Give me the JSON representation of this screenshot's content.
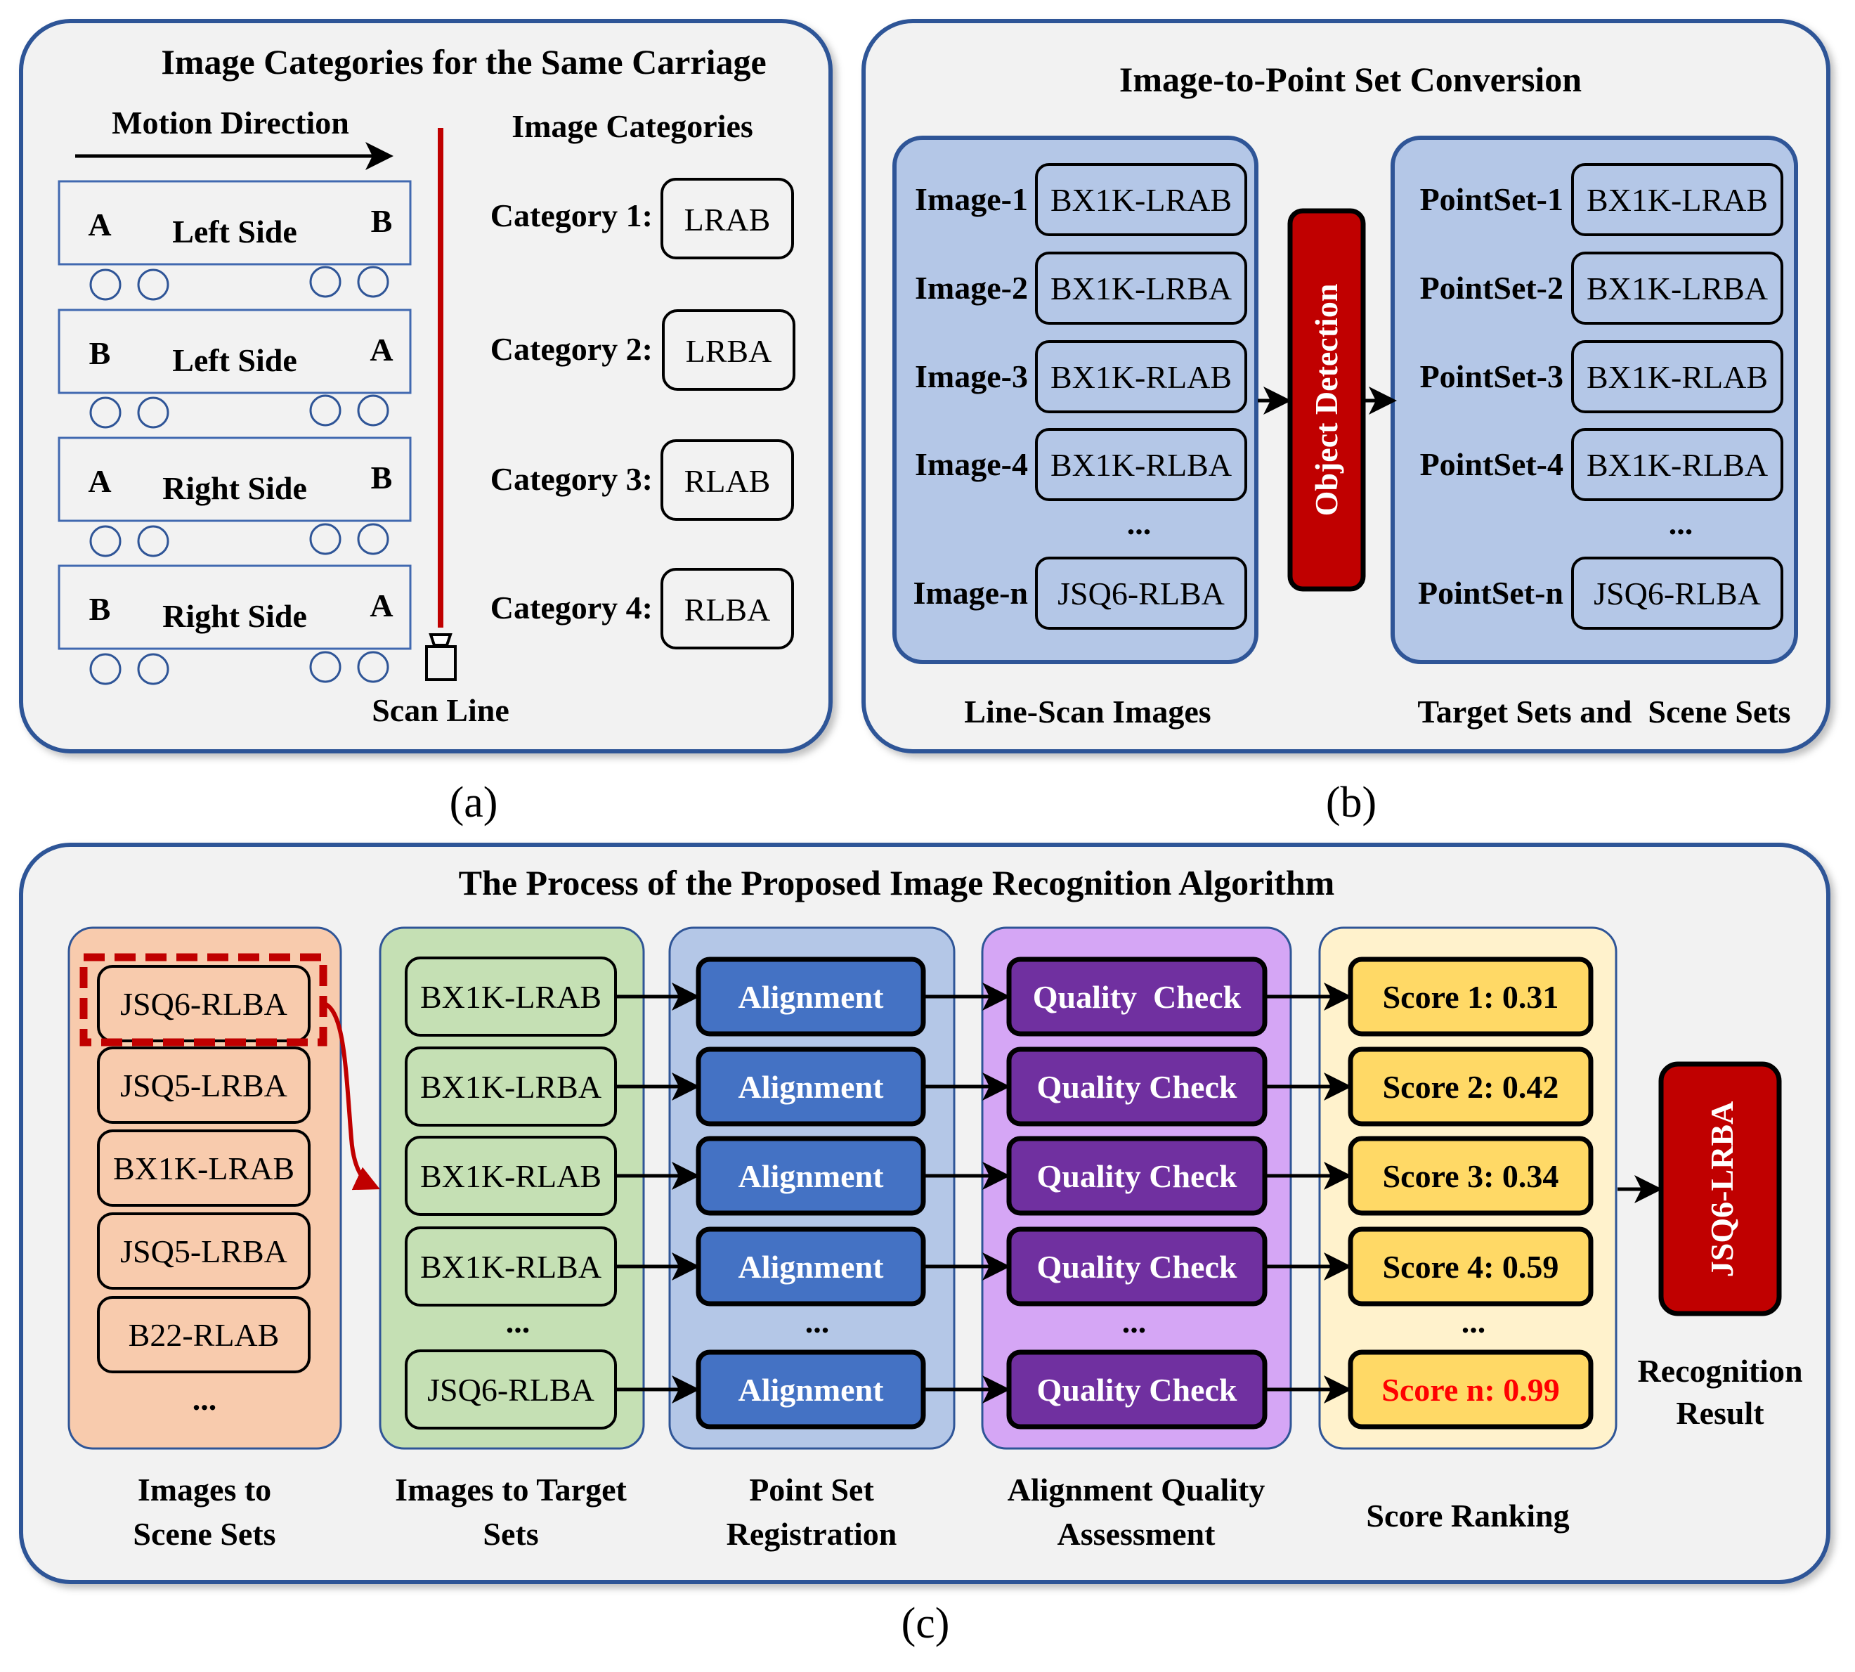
{
  "panel_a": {
    "title": "Image Categories for the Same Carriage",
    "motion_direction": "Motion Direction",
    "categories_heading": "Image Categories",
    "scan_line": "Scan Line",
    "label": "(a)",
    "carriages": [
      {
        "left": "A",
        "side": "Left Side",
        "right": "B"
      },
      {
        "left": "B",
        "side": "Left Side",
        "right": "A"
      },
      {
        "left": "A",
        "side": "Right Side",
        "right": "B"
      },
      {
        "left": "B",
        "side": "Right Side",
        "right": "A"
      }
    ],
    "categories": [
      {
        "label": "Category 1:",
        "code": "LRAB"
      },
      {
        "label": "Category 2:",
        "code": "LRBA"
      },
      {
        "label": "Category 3:",
        "code": "RLAB"
      },
      {
        "label": "Category 4:",
        "code": "RLBA"
      }
    ]
  },
  "panel_b": {
    "title": "Image-to-Point Set Conversion",
    "label": "(b)",
    "object_detection": "Object Detection",
    "left_caption": "Line-Scan Images",
    "right_caption": "Target Sets and  Scene Sets",
    "ellipsis": "...",
    "images": [
      {
        "name": "Image-1",
        "code": "BX1K-LRAB"
      },
      {
        "name": "Image-2",
        "code": "BX1K-LRBA"
      },
      {
        "name": "Image-3",
        "code": "BX1K-RLAB"
      },
      {
        "name": "Image-4",
        "code": "BX1K-RLBA"
      },
      {
        "name": "Image-n",
        "code": "JSQ6-RLBA"
      }
    ],
    "point_sets": [
      {
        "name": "PointSet-1",
        "code": "BX1K-LRAB"
      },
      {
        "name": "PointSet-2",
        "code": "BX1K-LRBA"
      },
      {
        "name": "PointSet-3",
        "code": "BX1K-RLAB"
      },
      {
        "name": "PointSet-4",
        "code": "BX1K-RLBA"
      },
      {
        "name": "PointSet-n",
        "code": "JSQ6-RLBA"
      }
    ]
  },
  "panel_c": {
    "title": "The Process of the Proposed Image Recognition Algorithm",
    "label": "(c)",
    "ellipsis": "...",
    "scene_sets": [
      "JSQ6-RLBA",
      "JSQ5-LRBA",
      "BX1K-LRAB",
      "JSQ5-LRBA",
      "B22-RLAB"
    ],
    "target_sets": [
      "BX1K-LRAB",
      "BX1K-LRBA",
      "BX1K-RLAB",
      "BX1K-RLBA",
      "JSQ6-RLBA"
    ],
    "alignment": [
      "Alignment",
      "Alignment",
      "Alignment",
      "Alignment",
      "Alignment"
    ],
    "quality_check": [
      "Quality  Check",
      "Quality Check",
      "Quality Check",
      "Quality Check",
      "Quality Check"
    ],
    "scores": [
      "Score 1: 0.31",
      "Score 2: 0.42",
      "Score 3: 0.34",
      "Score 4: 0.59",
      "Score n: 0.99"
    ],
    "result": "JSQ6-LRBA",
    "captions": {
      "scene_1": "Images to",
      "scene_2": "Scene Sets",
      "target_1": "Images to Target",
      "target_2": "Sets",
      "reg_1": "Point Set",
      "reg_2": "Registration",
      "qa_1": "Alignment Quality",
      "qa_2": "Assessment",
      "rank": "Score Ranking",
      "result_1": "Recognition",
      "result_2": "Result"
    },
    "colors": {
      "highlight": "#c00000",
      "best_score_text": "#ff0000"
    }
  }
}
